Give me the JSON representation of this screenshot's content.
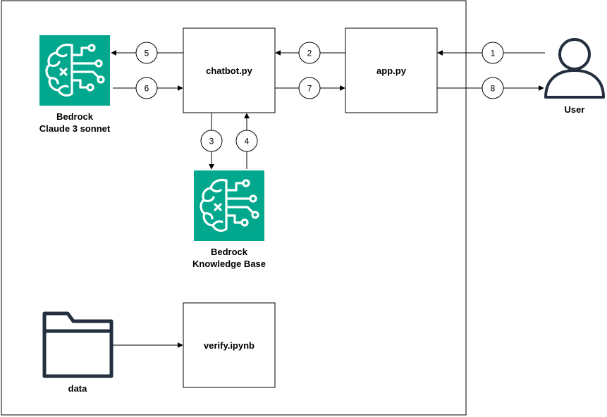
{
  "colors": {
    "line": "#000000",
    "brain_bg": "#01A88D",
    "brain_stroke": "#ffffff",
    "icon_dark": "#232F3E",
    "background": "#ffffff"
  },
  "nodes": {
    "chatbot": {
      "label": "chatbot.py"
    },
    "app": {
      "label": "app.py"
    },
    "verify": {
      "label": "verify.ipynb"
    },
    "claude": {
      "line1": "Bedrock",
      "line2": "Claude 3 sonnet",
      "icon": "brain-circuit-icon"
    },
    "kb": {
      "line1": "Bedrock",
      "line2": "Knowledge Base",
      "icon": "brain-circuit-icon"
    },
    "user": {
      "label": "User",
      "icon": "user-icon"
    },
    "data": {
      "label": "data",
      "icon": "folder-icon"
    }
  },
  "steps": [
    "1",
    "2",
    "3",
    "4",
    "5",
    "6",
    "7",
    "8"
  ]
}
